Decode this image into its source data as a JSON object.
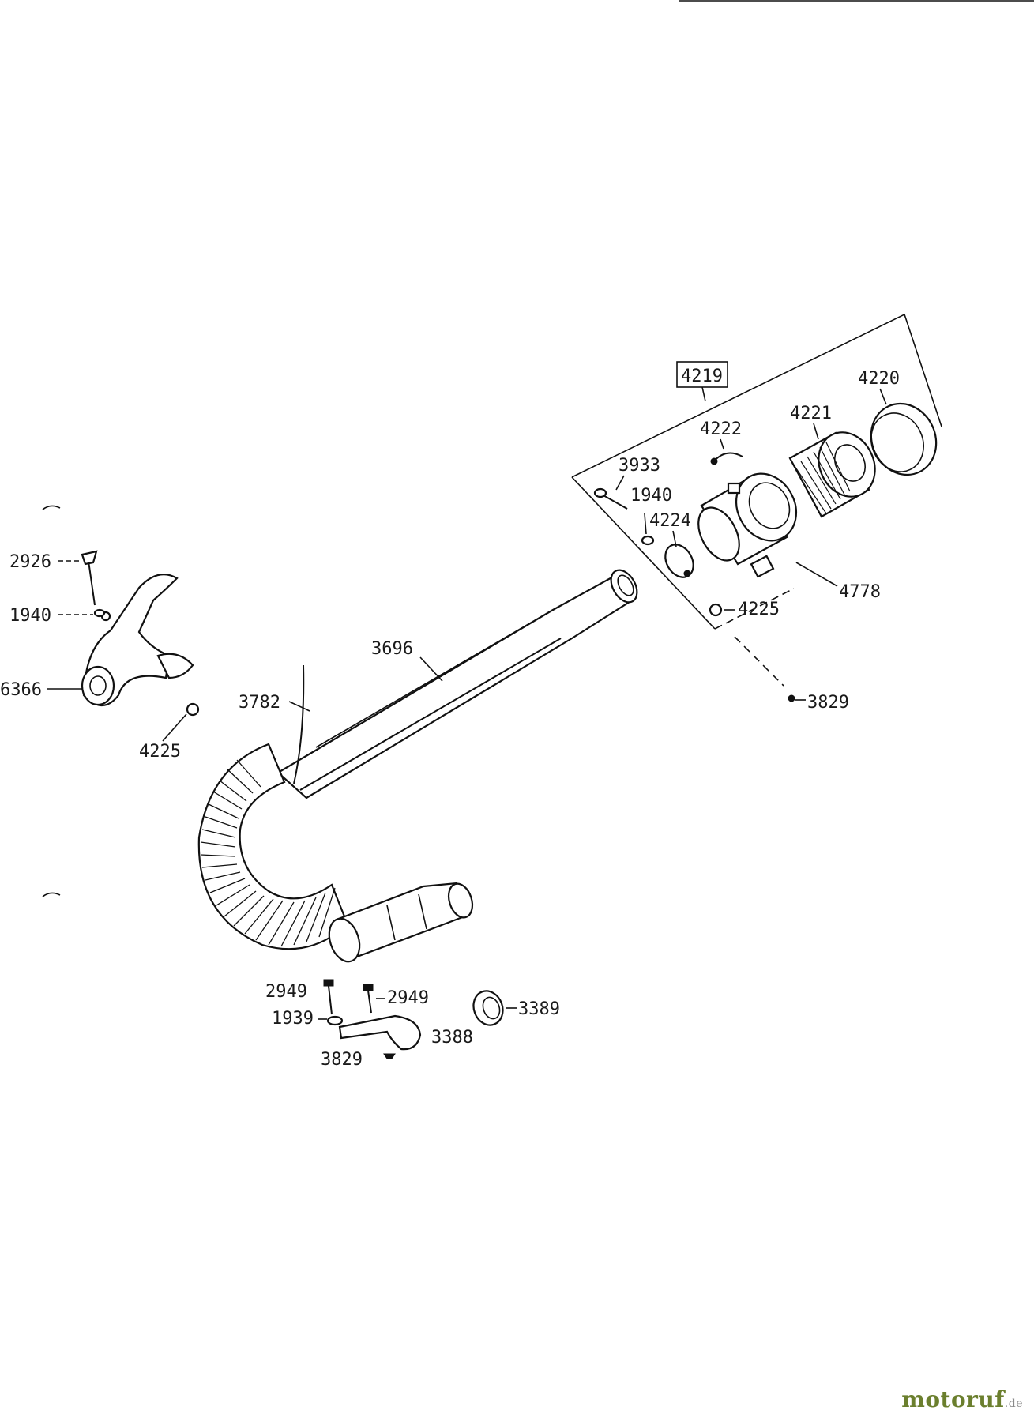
{
  "labels": {
    "kit_box": "4219",
    "p4220": "4220",
    "p4221": "4221",
    "p4222": "4222",
    "p3933": "3933",
    "p1940a": "1940",
    "p4224": "4224",
    "p4225a": "4225",
    "p4778": "4778",
    "p3829a": "3829",
    "p3696": "3696",
    "p3782": "3782",
    "p2926": "2926",
    "p1940b": "1940",
    "p6366": "6366",
    "p4225b": "4225",
    "p2949a": "2949",
    "p2949b": "2949",
    "p1939": "1939",
    "p3388": "3388",
    "p3829b": "3829",
    "p3389": "3389"
  },
  "watermark": {
    "brand": "motoruf",
    "domain": ".de"
  }
}
